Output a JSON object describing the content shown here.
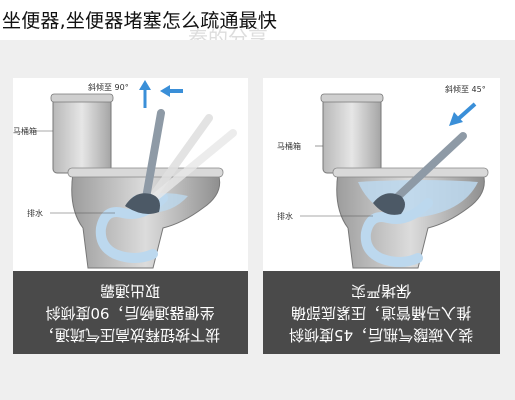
{
  "page_title": "坐便器,坐便器堵塞怎么疏通最快",
  "watermark": "秦的分享",
  "left_panel": {
    "angle_label": "斜倾至 90°",
    "tank_label": "马桶箱",
    "drain_label": "排水",
    "caption": "拔下按钮释放高压气疏通，\n坐便器通畅后，90度倾斜\n取出通霸"
  },
  "right_panel": {
    "angle_label": "斜倾至 45°",
    "tank_label": "马桶箱",
    "drain_label": "排水",
    "caption": "装入碳酸气瓶后，45度倾斜\n推入马桶管道，压紧底部确\n保堵严实"
  },
  "colors": {
    "arrow": "#3a8fd8",
    "caption_bg": "#4a4a4a",
    "water": "#bcd8ee"
  }
}
